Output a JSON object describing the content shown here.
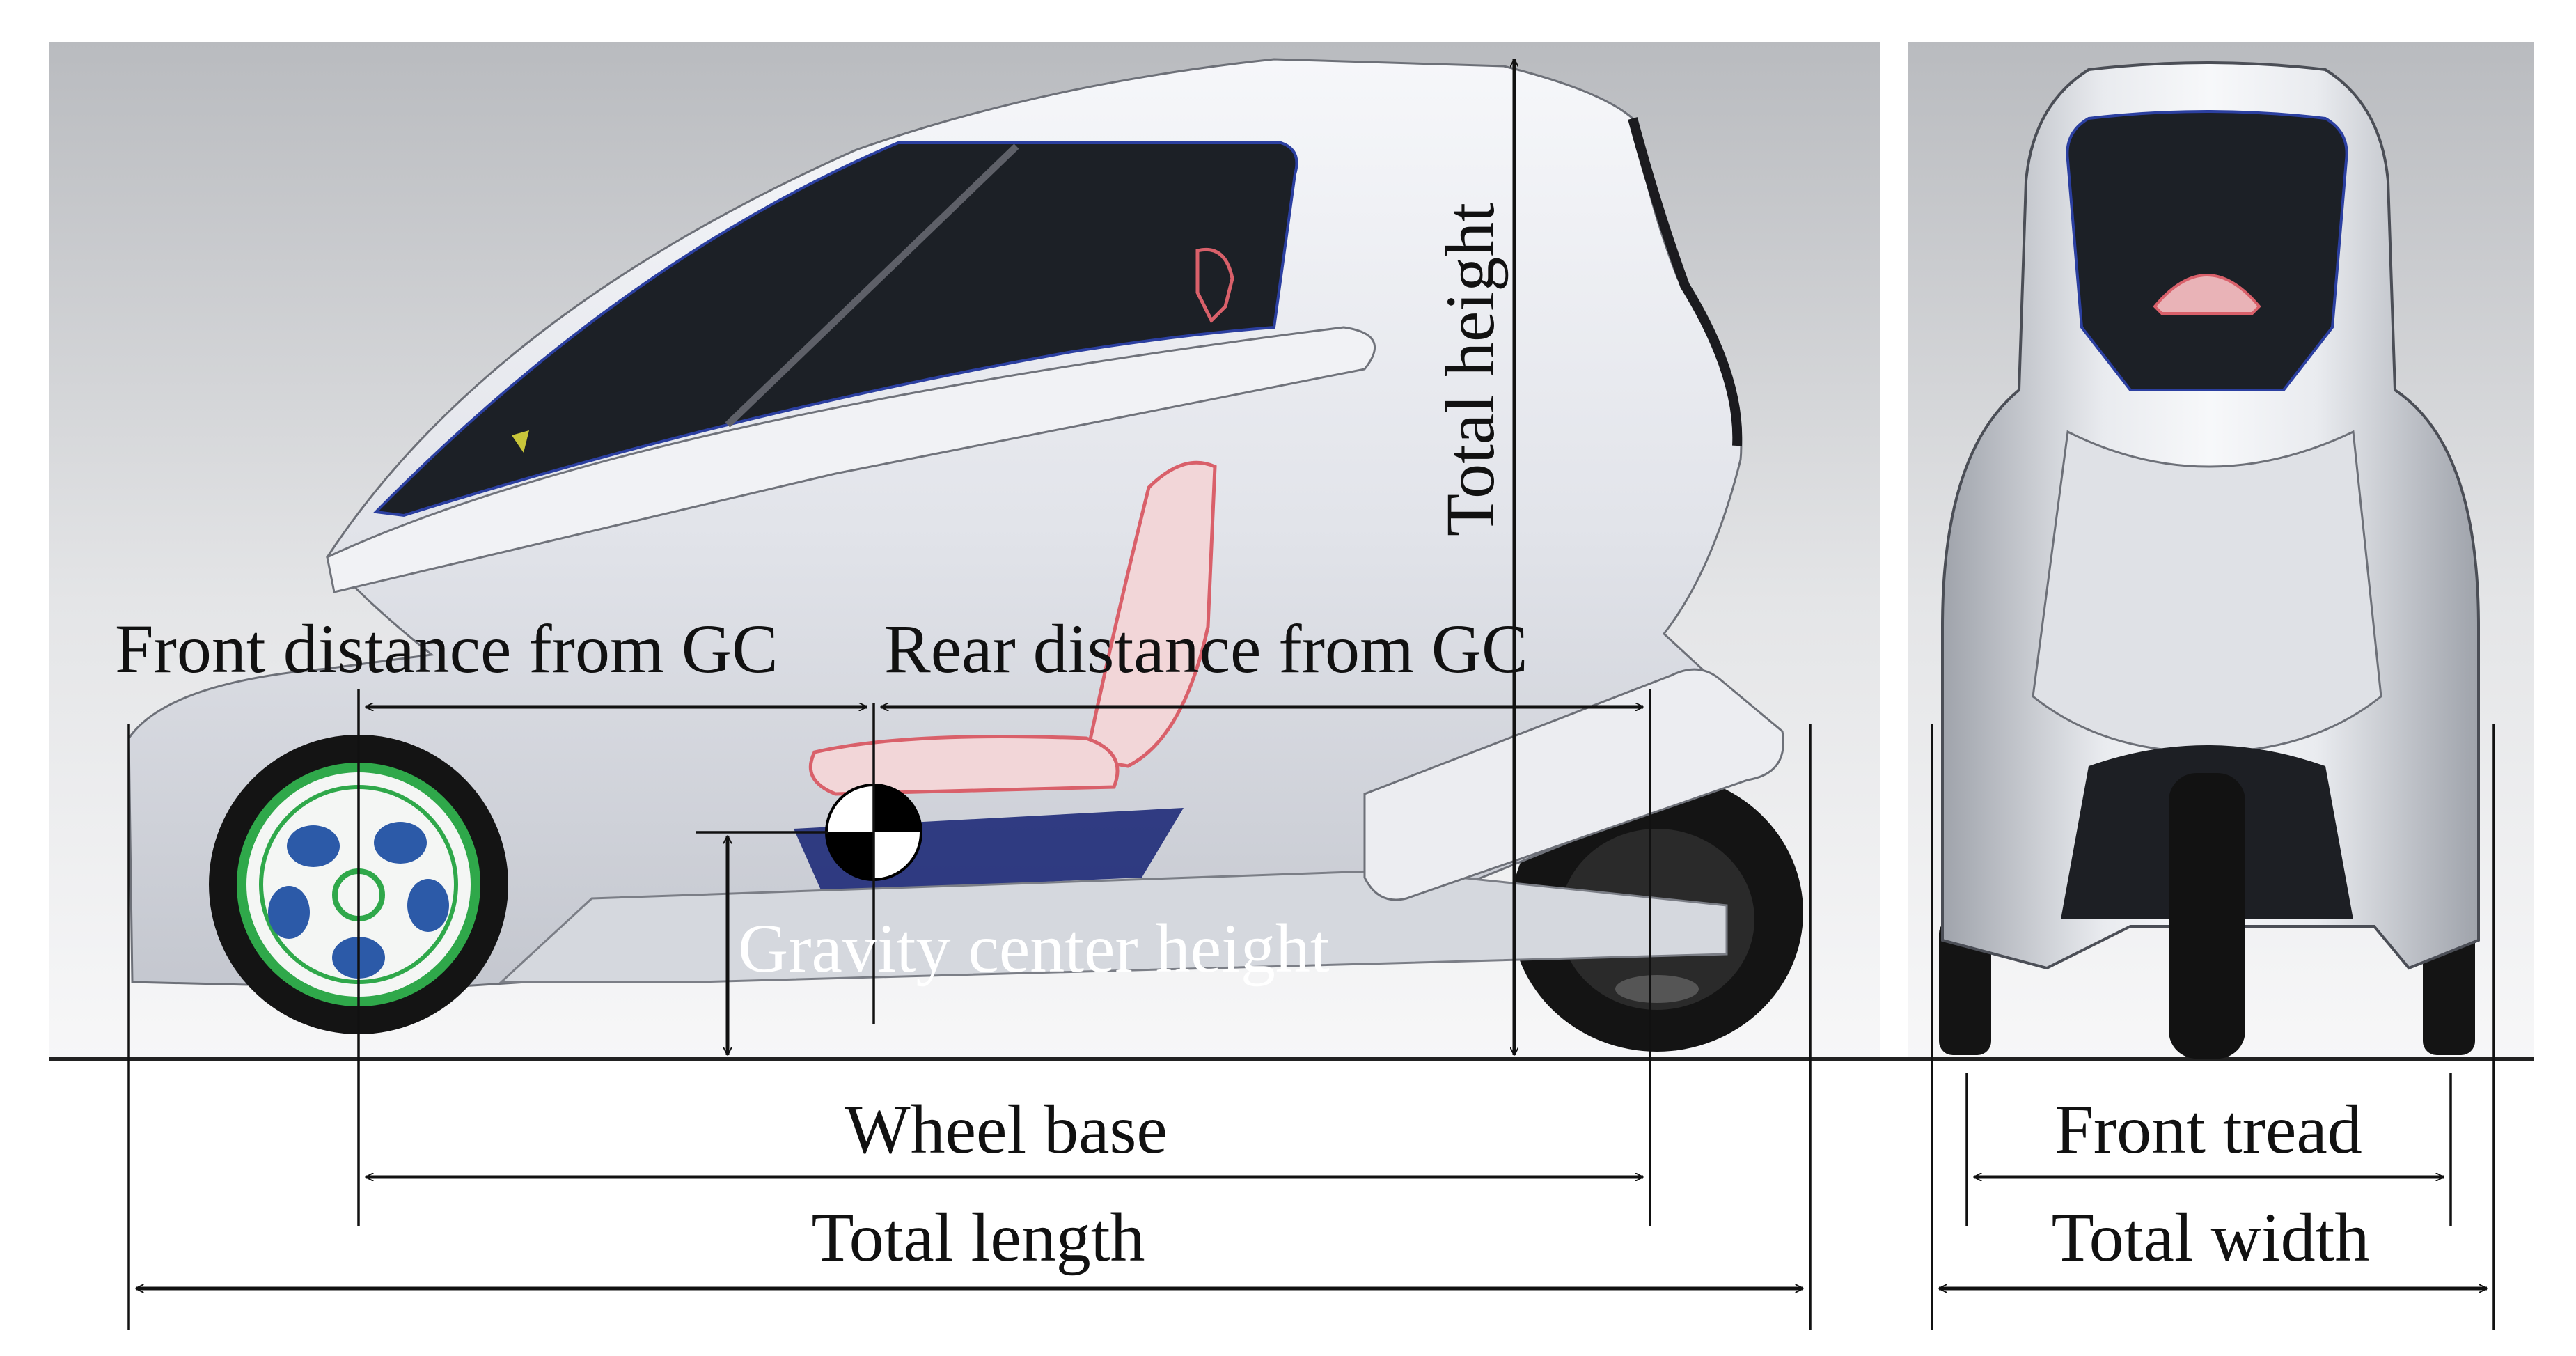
{
  "diagram": {
    "labels": {
      "front_distance": "Front distance from GC",
      "rear_distance": "Rear distance from GC",
      "gravity_center_height": "Gravity center height",
      "total_height": "Total height",
      "wheel_base": "Wheel base",
      "total_length": "Total length",
      "front_tread": "Front tread",
      "total_width": "Total width"
    },
    "colors": {
      "body": "#e6e8ee",
      "glass": "#1c2026",
      "wheel_rim": "#2fa84a",
      "hub_inserts": "#2c5aa8",
      "tire": "#141414",
      "seat_outline": "#d9606a",
      "floor_trim": "#1e2a78"
    }
  }
}
